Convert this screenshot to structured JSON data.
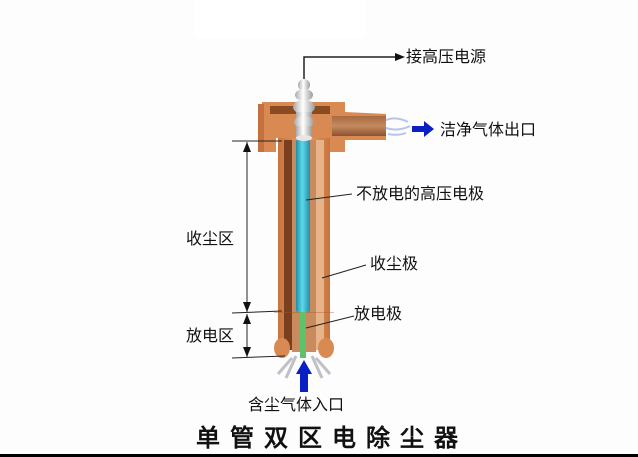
{
  "diagram": {
    "title": "单管双区电除尘器",
    "labels": {
      "hv_power": "接高压电源",
      "clean_gas_outlet": "洁净气体出口",
      "non_discharge_hv_electrode": "不放电的高压电极",
      "collecting_electrode": "收尘极",
      "discharge_electrode": "放电极",
      "dust_gas_inlet": "含尘气体入口",
      "collection_zone": "收尘区",
      "discharge_zone": "放电区"
    },
    "colors": {
      "pipe_copper": "#d9864e",
      "pipe_dark": "#8a4a22",
      "hv_rod": "#3cc0d6",
      "discharge_wire": "#5ec26a",
      "insulator": "#d8d8d8",
      "flow_arrow": "#0a1fc4"
    }
  }
}
